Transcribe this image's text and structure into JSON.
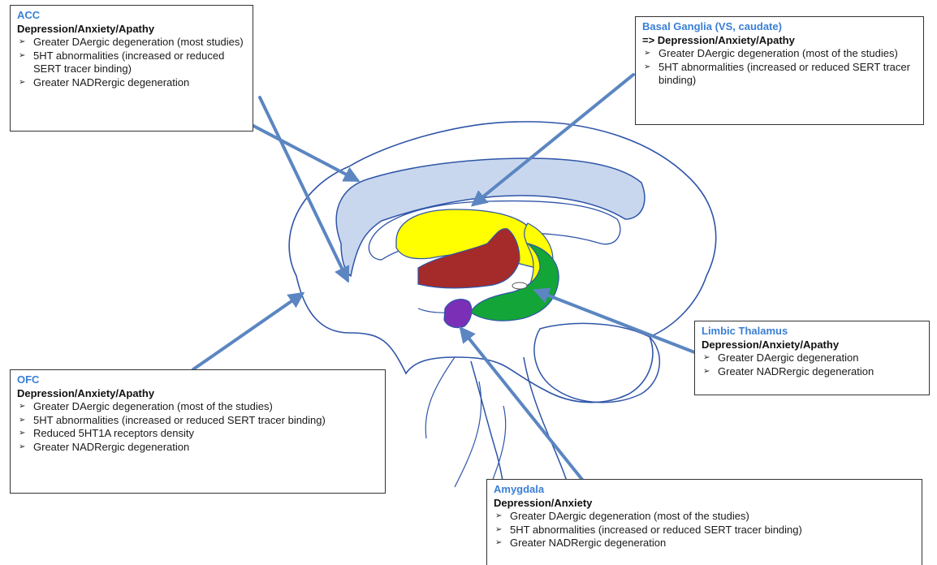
{
  "colors": {
    "brain_outline": "#2f55a8",
    "cingulate": "#c9d7ee",
    "thalamus": "#ffff00",
    "basal_ganglia": "#a52a2a",
    "hippocampus": "#13a538",
    "amygdala": "#7b2fb6",
    "arrows": "#5b86c1",
    "title_blue": "#3a7fd5"
  },
  "boxes": {
    "acc": {
      "title": "ACC",
      "subtitle": "Depression/Anxiety/Apathy",
      "items": [
        "Greater DAergic degeneration (most studies)",
        "5HT abnormalities (increased or reduced SERT tracer binding)",
        "Greater NADRergic degeneration"
      ]
    },
    "basal_ganglia": {
      "title": "Basal Ganglia (VS, caudate)",
      "subtitle": "=> Depression/Anxiety/Apathy",
      "items": [
        "Greater DAergic degeneration (most of the studies)",
        "5HT abnormalities (increased or reduced SERT tracer binding)"
      ]
    },
    "limbic_thalamus": {
      "title": "Limbic Thalamus",
      "subtitle": "Depression/Anxiety/Apathy",
      "items": [
        "Greater DAergic degeneration",
        "Greater NADRergic degeneration"
      ]
    },
    "ofc": {
      "title": "OFC",
      "subtitle": "Depression/Anxiety/Apathy",
      "items": [
        "Greater DAergic degeneration (most of the studies)",
        "5HT abnormalities (increased or reduced SERT tracer binding)",
        "Reduced 5HT1A receptors density",
        "Greater NADRergic degeneration"
      ]
    },
    "amygdala": {
      "title": "Amygdala",
      "subtitle": "Depression/Anxiety",
      "items": [
        "Greater DAergic degeneration (most of the studies)",
        "5HT abnormalities (increased or reduced SERT tracer binding)",
        "Greater NADRergic degeneration"
      ]
    }
  }
}
